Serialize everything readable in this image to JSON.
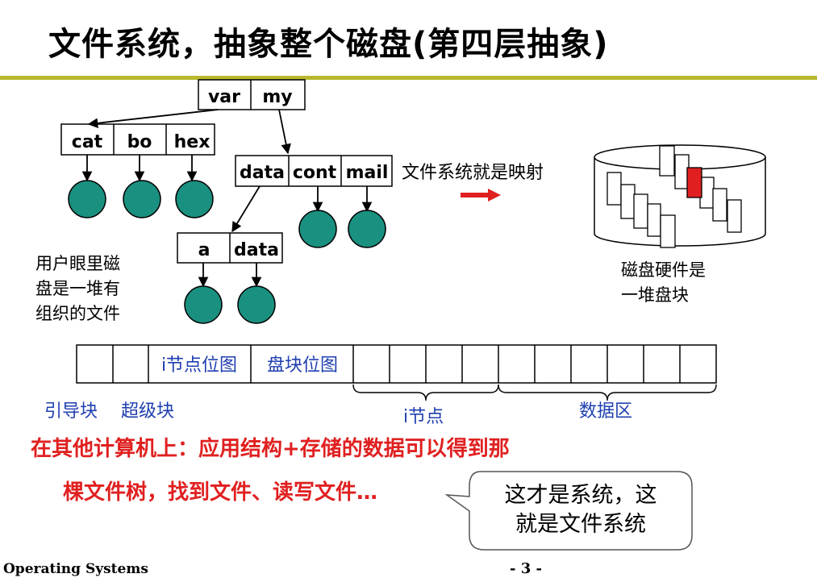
{
  "title": "文件系统，抽象整个磁盘(第四层抽象)",
  "tree": {
    "root_cells": [
      "var",
      "my"
    ],
    "var_children": [
      "cat",
      "bo",
      "hex"
    ],
    "my_children": [
      "data",
      "cont",
      "mail"
    ],
    "data_children": [
      "a",
      "data"
    ]
  },
  "mapping_label": "文件系统就是映射",
  "user_view_caption": [
    "用户眼里磁",
    "盘是一堆有",
    "组织的文件"
  ],
  "disk_caption": [
    "磁盘硬件是",
    "一堆盘块"
  ],
  "layout_bar": {
    "cells": [
      "",
      "",
      "i节点位图",
      "盘块位图",
      "",
      "",
      "",
      "",
      "",
      "",
      "",
      "",
      "",
      ""
    ],
    "labels": [
      "引导块",
      "超级块",
      "i节点",
      "数据区"
    ]
  },
  "red_text": [
    "在其他计算机上：应用结构+存储的数据可以得到那",
    "棵文件树，找到文件、读写文件…"
  ],
  "callout": [
    "这才是系统，这",
    "就是文件系统"
  ],
  "footer": {
    "left": "Operating Systems",
    "right": "- 3 -"
  },
  "colors": {
    "node_fill": "#1a9080",
    "arrow_red": "#e02020",
    "rule": "#b8b82e",
    "blue_text": "#1f3fb0",
    "red_text": "#e02020"
  }
}
